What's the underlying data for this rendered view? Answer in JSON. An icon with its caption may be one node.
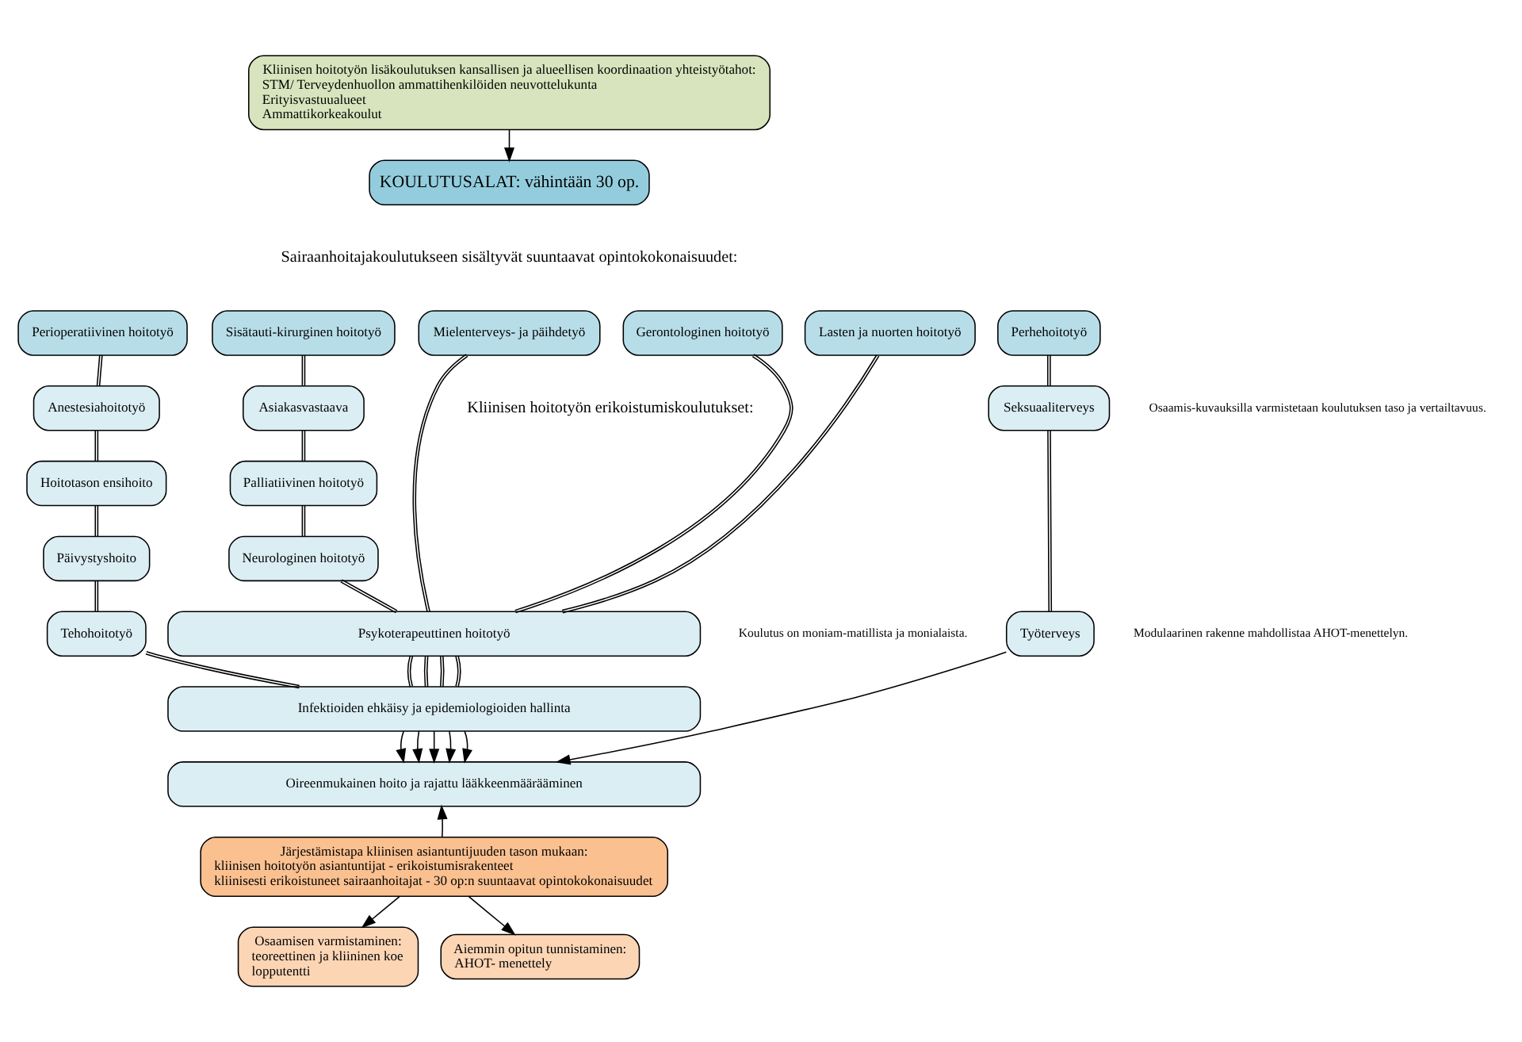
{
  "diagram": {
    "nodes": [
      {
        "text": [
          "Kliinisen hoitotyön lisäkoulutuksen kansallisen ja alueellisen koordinaation yhteistyötahot:",
          "STM/ Terveydenhuollon ammattihenkilöiden neuvottelukunta",
          "Erityisvastuualueet",
          "Ammattikorkeakoulut"
        ]
      },
      {
        "text": [
          "KOULUTUSALAT: vähintään 30 op."
        ]
      },
      {
        "text": [
          "Perioperatiivinen hoitotyö"
        ]
      },
      {
        "text": [
          "Sisätauti-kirurginen hoitotyö"
        ]
      },
      {
        "text": [
          "Mielenterveys- ja päihdetyö"
        ]
      },
      {
        "text": [
          "Gerontologinen hoitotyö"
        ]
      },
      {
        "text": [
          "Lasten ja nuorten hoitotyö"
        ]
      },
      {
        "text": [
          "Perhehoitotyö"
        ]
      },
      {
        "text": [
          "Anestesiahoitotyö"
        ]
      },
      {
        "text": [
          "Hoitotason ensihoito"
        ]
      },
      {
        "text": [
          "Päivystyshoito"
        ]
      },
      {
        "text": [
          "Tehohoitotyö"
        ]
      },
      {
        "text": [
          "Asiakasvastaava"
        ]
      },
      {
        "text": [
          "Palliatiivinen hoitotyö"
        ]
      },
      {
        "text": [
          "Neurologinen hoitotyö"
        ]
      },
      {
        "text": [
          "Seksuaaliterveys"
        ]
      },
      {
        "text": [
          "Työterveys"
        ]
      },
      {
        "text": [
          "Psykoterapeuttinen hoitotyö"
        ]
      },
      {
        "text": [
          "Infektioiden ehkäisy ja epidemiologioiden hallinta"
        ]
      },
      {
        "text": [
          "Oireenmukainen hoito ja rajattu lääkkeenmäärääminen"
        ]
      },
      {
        "text": [
          "Järjestämistapa kliinisen asiantuntijuuden tason mukaan:",
          "kliinisen hoitotyön asiantuntijat - erikoistumisrakenteet",
          "kliinisesti erikoistuneet sairaanhoitajat - 30 op:n suuntaavat opintokokonaisuudet"
        ]
      },
      {
        "text": [
          "Osaamisen varmistaminen:",
          "teoreettinen ja kliininen koe",
          "lopputentti"
        ]
      },
      {
        "text": [
          "Aiemmin opitun tunnistaminen:",
          "AHOT- menettely"
        ]
      }
    ],
    "edges": [
      {
        "from": 0,
        "to": 1,
        "arrow": "to"
      },
      {
        "from": 2,
        "to": 8,
        "arrow": "none"
      },
      {
        "from": 8,
        "to": 9,
        "arrow": "none"
      },
      {
        "from": 9,
        "to": 10,
        "arrow": "none"
      },
      {
        "from": 10,
        "to": 11,
        "arrow": "none"
      },
      {
        "from": 11,
        "to": 18,
        "arrow": "none"
      },
      {
        "from": 3,
        "to": 12,
        "arrow": "none"
      },
      {
        "from": 12,
        "to": 13,
        "arrow": "none"
      },
      {
        "from": 13,
        "to": 14,
        "arrow": "none"
      },
      {
        "from": 14,
        "to": 17,
        "arrow": "none"
      },
      {
        "from": 17,
        "to": 18,
        "arrow": "none"
      },
      {
        "from": 4,
        "to": 17,
        "arrow": "none"
      },
      {
        "from": 17,
        "to": 18,
        "arrow": "none"
      },
      {
        "from": 5,
        "to": 17,
        "arrow": "none"
      },
      {
        "from": 17,
        "to": 18,
        "arrow": "none"
      },
      {
        "from": 6,
        "to": 17,
        "arrow": "none"
      },
      {
        "from": 17,
        "to": 18,
        "arrow": "none"
      },
      {
        "from": 7,
        "to": 15,
        "arrow": "none"
      },
      {
        "from": 15,
        "to": 16,
        "arrow": "none"
      },
      {
        "from": 18,
        "to": 19,
        "arrow": "to"
      },
      {
        "from": 18,
        "to": 19,
        "arrow": "to"
      },
      {
        "from": 18,
        "to": 19,
        "arrow": "to"
      },
      {
        "from": 18,
        "to": 19,
        "arrow": "to"
      },
      {
        "from": 18,
        "to": 19,
        "arrow": "to"
      },
      {
        "from": 16,
        "to": 19,
        "arrow": "to"
      },
      {
        "from": 20,
        "to": 19,
        "arrow": "to"
      },
      {
        "from": 20,
        "to": 21,
        "arrow": "to"
      },
      {
        "from": 20,
        "to": 22,
        "arrow": "to"
      }
    ],
    "labels": [
      "Sairaanhoitajakoulutukseen sisältyvät suuntaavat opintokokonaisuudet:",
      "Kliinisen hoitotyön erikoistumiskoulutukset:",
      "Osaamis-kuvauksilla varmistetaan koulutuksen taso ja vertailtavuus.",
      "Modulaarinen rakenne mahdollistaa AHOT-menettelyn.",
      "Koulutus on moniam-matillista ja monialaista."
    ]
  }
}
